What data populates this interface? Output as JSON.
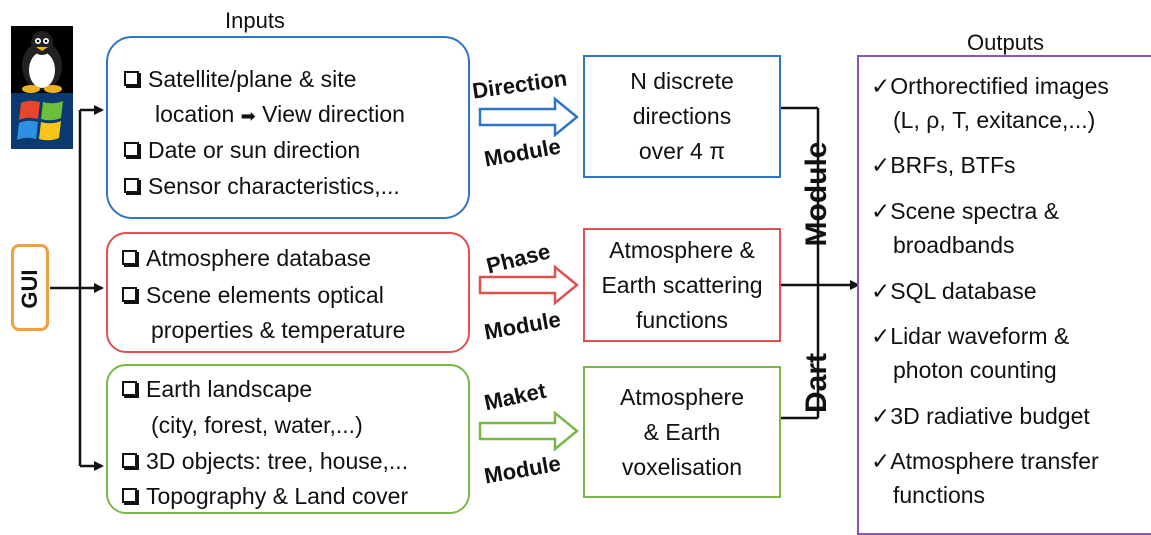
{
  "inputs_header": "Inputs",
  "outputs_header": "Outputs",
  "gui_label": "GUI",
  "engine_label_top": "Module",
  "engine_label_bottom": "Dart",
  "linux_icon": "tux-penguin-logo",
  "windows_icon": "windows-logo",
  "direction_box": {
    "color": "#2e75c8",
    "items": [
      "Satellite/plane & site",
      "location",
      "View direction",
      "Date or sun direction",
      "Sensor characteristics,..."
    ],
    "tag_top": "Direction",
    "tag_bottom": "Module",
    "module_lines": [
      "N discrete",
      "directions",
      "over 4 π"
    ]
  },
  "phase_box": {
    "color": "#e05050",
    "items": [
      "Atmosphere database",
      "Scene elements optical",
      "properties & temperature"
    ],
    "tag_top": "Phase",
    "tag_bottom": "Module",
    "module_lines": [
      "Atmosphere &",
      "Earth scattering",
      "functions"
    ]
  },
  "maket_box": {
    "color": "#78b848",
    "items": [
      "Earth landscape",
      "(city, forest, water,...)",
      "3D objects: tree, house,...",
      "Topography & Land cover"
    ],
    "tag_top": "Maket",
    "tag_bottom": "Module",
    "module_lines": [
      "Atmosphere",
      "& Earth",
      "voxelisation"
    ]
  },
  "outputs_color": "#8c54b8",
  "gui_color": "#f0a040",
  "outputs": [
    "Orthorectified images",
    "(L, ρ, T, exitance,...)",
    "BRFs, BTFs",
    "Scene spectra &",
    "broadbands",
    "SQL database",
    "Lidar waveform &",
    "photon counting",
    "3D radiative budget",
    "Atmosphere transfer",
    "functions"
  ]
}
